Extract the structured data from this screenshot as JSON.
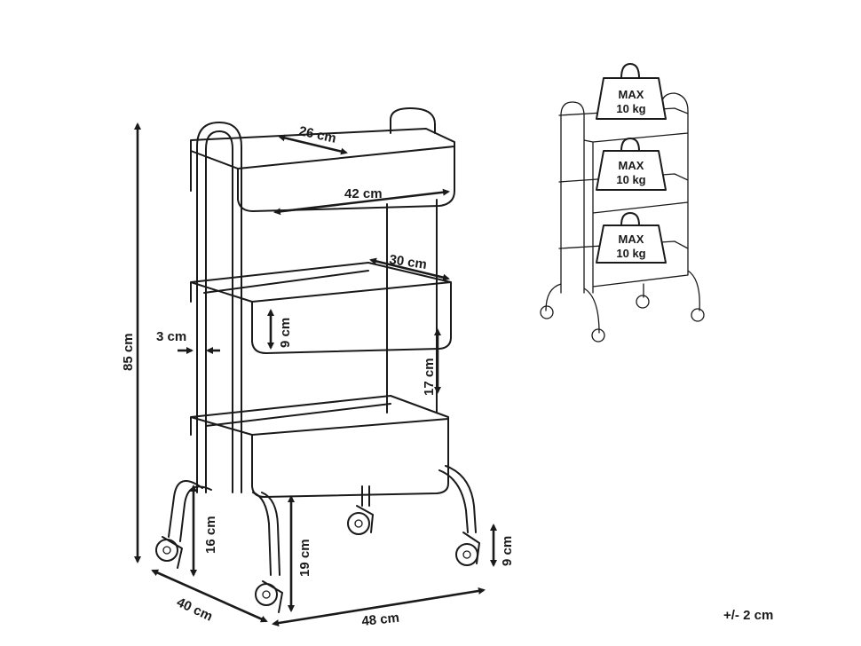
{
  "main_view": {
    "labels": {
      "height_total": "85 cm",
      "top_depth": "26 cm",
      "top_width": "42 cm",
      "middle_depth": "30 cm",
      "basket_height": "9 cm",
      "frame_gap": "3 cm",
      "shelf_spacing": "17 cm",
      "castor_mount_height": "16 cm",
      "bottom_clearance": "19 cm",
      "castor_height": "9 cm",
      "base_depth": "40 cm",
      "base_width": "48 cm"
    }
  },
  "load_view": {
    "weights": [
      {
        "line1": "MAX",
        "line2": "10 kg"
      },
      {
        "line1": "MAX",
        "line2": "10 kg"
      },
      {
        "line1": "MAX",
        "line2": "10 kg"
      }
    ]
  },
  "tolerance": "+/- 2 cm"
}
